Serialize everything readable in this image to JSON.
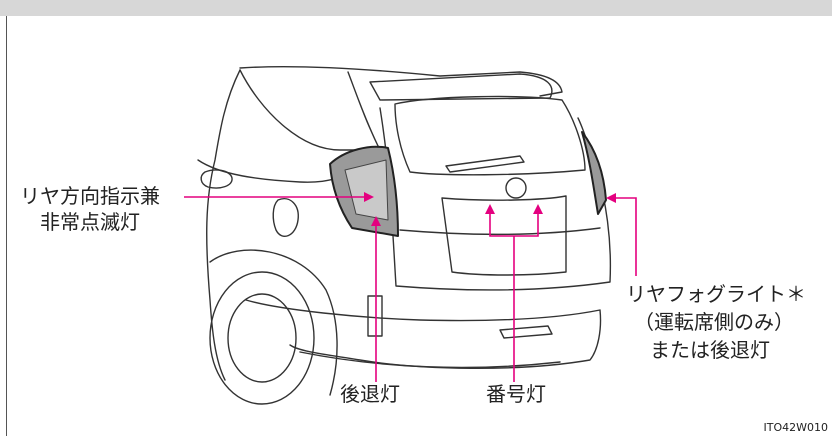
{
  "colors": {
    "accent": "#e4007f",
    "line": "#333333",
    "band": "#d7d7d7"
  },
  "labels": {
    "rear_turn_signal": [
      "リヤ方向指示兼",
      "非常点滅灯"
    ],
    "rear_fog_light": [
      "リヤフォグライト＊",
      "（運転席側のみ）",
      "または後退灯"
    ],
    "backup_light": "後退灯",
    "license_plate_light": "番号灯"
  },
  "figure_code": "ITO42W010"
}
